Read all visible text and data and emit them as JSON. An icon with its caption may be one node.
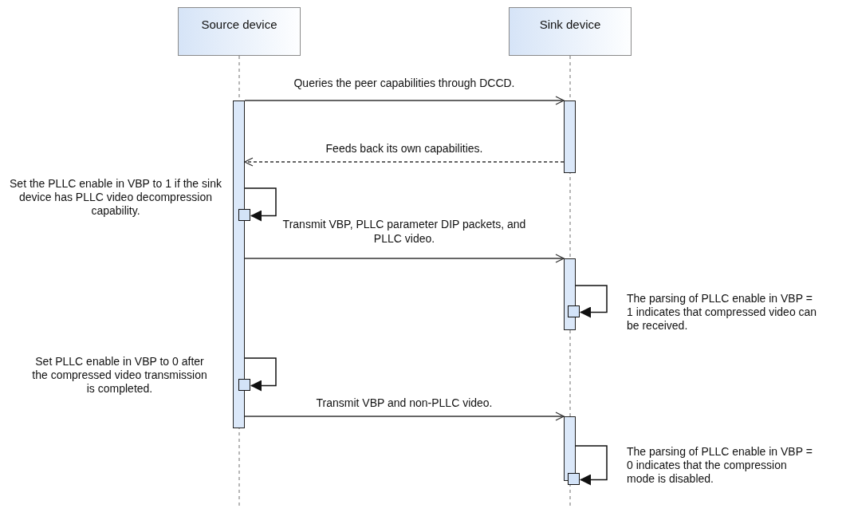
{
  "diagram": {
    "nodes": [
      {
        "text": [
          "Source device"
        ]
      },
      {
        "text": [
          "Sink device"
        ]
      },
      {
        "text": [],
        "shape": "bar"
      },
      {
        "text": [],
        "shape": "bar"
      },
      {
        "text": [],
        "shape": "bar"
      },
      {
        "text": [],
        "shape": "bar"
      },
      {
        "text": [],
        "shape": "box",
        "in": 2
      },
      {
        "text": [],
        "shape": "box",
        "in": 4
      },
      {
        "text": [],
        "shape": "box",
        "in": 2
      },
      {
        "text": [],
        "shape": "box",
        "in": 5
      }
    ],
    "labels": [
      "Set the PLLC enable in VBP to 1 if the sink device has PLLC video decompression capability.",
      "The parsing of PLLC enable in VBP = 1 indicates that compressed video can be received.",
      "Set PLLC enable in VBP to 0 after the compressed video transmission is completed.",
      "The parsing of PLLC enable in VBP = 0 indicates that the compression mode is disabled."
    ],
    "edges": [
      {
        "from": 2,
        "to": 3,
        "arrow": "to",
        "label": "Queries the peer capabilities through DCCD."
      },
      {
        "from": 3,
        "to": 2,
        "arrow": "to",
        "label": "Feeds back its own capabilities.",
        "style": "dashed"
      },
      {
        "from": 2,
        "to": 6,
        "arrow": "to"
      },
      {
        "from": 2,
        "to": 4,
        "arrow": "to",
        "label": "Transmit VBP, PLLC parameter DIP packets, and PLLC video."
      },
      {
        "from": 4,
        "to": 7,
        "arrow": "to"
      },
      {
        "from": 2,
        "to": 8,
        "arrow": "to"
      },
      {
        "from": 2,
        "to": 5,
        "arrow": "to",
        "label": "Transmit VBP and non-PLLC video."
      },
      {
        "from": 5,
        "to": 9,
        "arrow": "to"
      }
    ]
  }
}
